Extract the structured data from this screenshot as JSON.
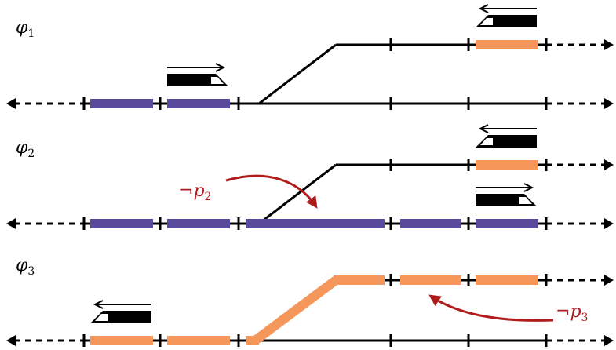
{
  "rows": [
    {
      "label": {
        "symbol": "φ",
        "sub": "1"
      },
      "track_segments": [
        "purple",
        "purple",
        "none",
        "none",
        "none",
        "none"
      ],
      "branch_segments": [
        "none",
        "none",
        "orange"
      ],
      "diagonal": "none",
      "trains": [
        {
          "track": "main",
          "segment": 1,
          "direction": "right"
        },
        {
          "track": "branch",
          "segment": 2,
          "direction": "left"
        }
      ]
    },
    {
      "label": {
        "symbol": "φ",
        "sub": "2"
      },
      "track_segments": [
        "purple",
        "purple",
        "purple",
        "purple",
        "purple",
        "purple"
      ],
      "branch_segments": [
        "none",
        "none",
        "orange"
      ],
      "diagonal": "none",
      "trains": [
        {
          "track": "main",
          "segment": 5,
          "direction": "right"
        },
        {
          "track": "branch",
          "segment": 2,
          "direction": "left"
        }
      ],
      "annotation": {
        "neg": "¬",
        "var": "p",
        "sub": "2",
        "color": "#b01c1c"
      }
    },
    {
      "label": {
        "symbol": "φ",
        "sub": "3"
      },
      "track_segments": [
        "orange",
        "orange",
        "orange",
        "none",
        "none",
        "none"
      ],
      "branch_segments": [
        "orange",
        "orange",
        "orange"
      ],
      "diagonal": "orange",
      "trains": [
        {
          "track": "main",
          "segment": 0,
          "direction": "left"
        }
      ],
      "annotation": {
        "neg": "¬",
        "var": "p",
        "sub": "3",
        "color": "#b01c1c"
      }
    }
  ],
  "colors": {
    "purple": "#5a4a9c",
    "orange": "#f5975a",
    "track": "#000000",
    "annotation": "#b01c1c"
  }
}
